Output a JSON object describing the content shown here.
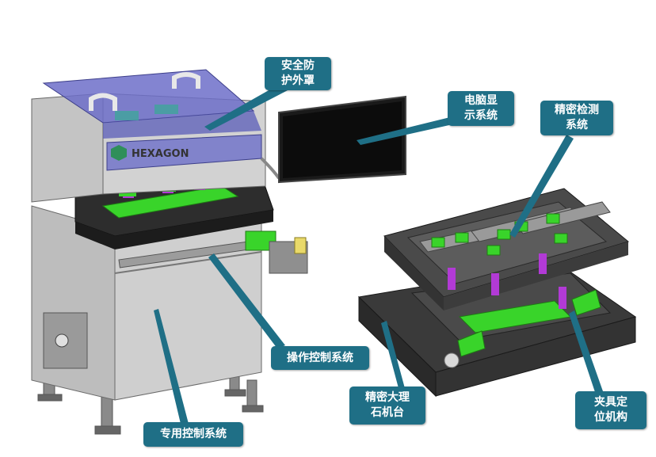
{
  "brand": {
    "logo_text": "HEXAGON"
  },
  "labels": {
    "safety_cover": "安全防\n护外罩",
    "computer_display": "电脑显\n示系统",
    "precision_inspection": "精密检测\n系统",
    "operation_control": "操作控制系统",
    "dedicated_control": "专用控制系统",
    "granite_base": "精密大理\n石机台",
    "fixture_positioning": "夹具定\n位机构"
  },
  "colors": {
    "callout_bg": "#1f6f86",
    "fixture_green": "#39d42a",
    "fixture_purple": "#b23ad6",
    "cover_glass": "#6d6fc9",
    "cabinet_gray": "#b8b8b8",
    "base_dark": "#3a3a3a"
  }
}
